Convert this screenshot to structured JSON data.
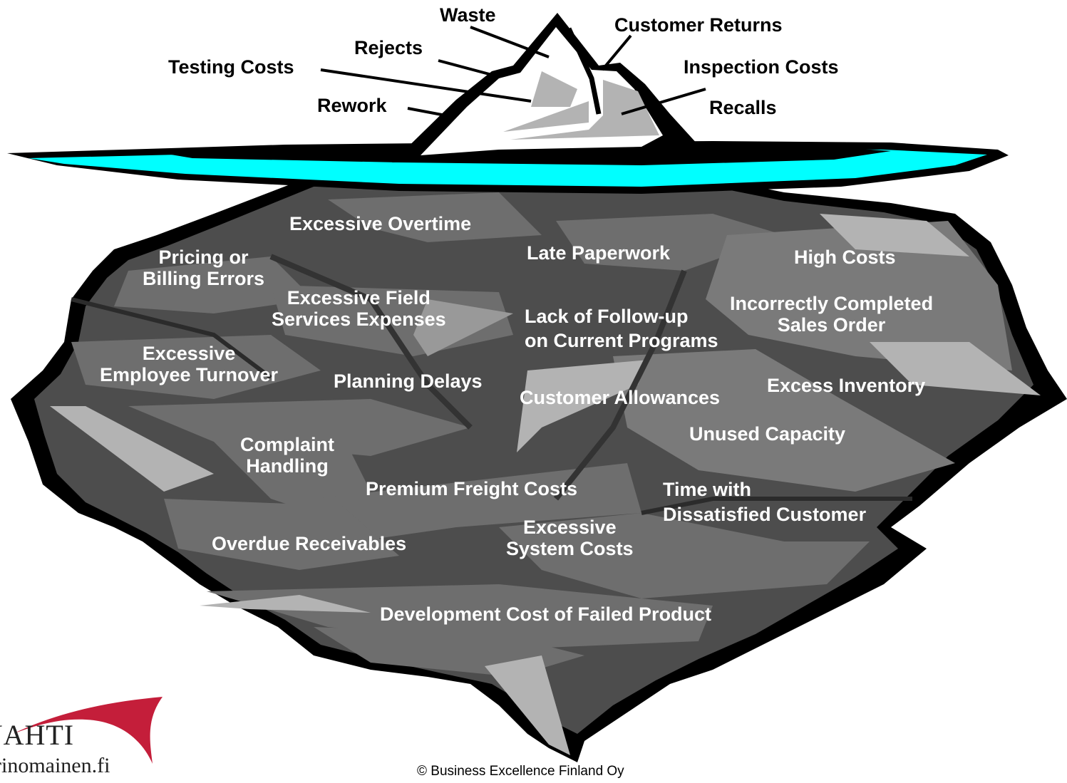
{
  "colors": {
    "water": "#00ffff",
    "outline": "#000000",
    "ice_dark": "#4d4d4d",
    "ice_mid": "#6e6e6e",
    "ice_light": "#b3b3b3",
    "logo_red": "#c41e3a"
  },
  "tip_labels": {
    "waste": "Waste",
    "customer_returns": "Customer Returns",
    "rejects": "Rejects",
    "inspection_costs": "Inspection Costs",
    "testing_costs": "Testing Costs",
    "rework": "Rework",
    "recalls": "Recalls"
  },
  "hidden_labels": {
    "excessive_overtime": "Excessive Overtime",
    "pricing_errors_1": "Pricing or",
    "pricing_errors_2": "Billing Errors",
    "late_paperwork": "Late Paperwork",
    "high_costs": "High Costs",
    "field_services_1": "Excessive Field",
    "field_services_2": "Services Expenses",
    "follow_up_1": "Lack of Follow-up",
    "follow_up_2": "on Current Programs",
    "sales_order_1": "Incorrectly Completed",
    "sales_order_2": "Sales Order",
    "turnover_1": "Excessive",
    "turnover_2": "Employee Turnover",
    "planning_delays": "Planning Delays",
    "customer_allowances": "Customer Allowances",
    "excess_inventory": "Excess Inventory",
    "unused_capacity": "Unused Capacity",
    "complaint_1": "Complaint",
    "complaint_2": "Handling",
    "premium_freight": "Premium Freight Costs",
    "dissatisfied_1": "Time with",
    "dissatisfied_2": "Dissatisfied Customer",
    "system_costs_1": "Excessive",
    "system_costs_2": "System Costs",
    "overdue_receivables": "Overdue Receivables",
    "failed_product": "Development Cost of Failed Product"
  },
  "footer": {
    "copyright": "© Business Excellence Finland Oy",
    "logo_line1": "JAHTI",
    "logo_line2": "rinomainen.fi"
  }
}
